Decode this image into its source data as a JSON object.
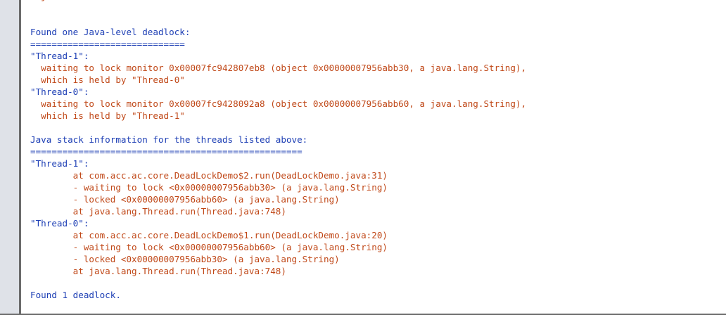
{
  "colors": {
    "info": "#1f40b5",
    "error": "#c04818"
  },
  "console": {
    "lines": [
      {
        "text": "  j",
        "kind": "err"
      },
      {
        "text": "",
        "kind": "info"
      },
      {
        "text": "",
        "kind": "info"
      },
      {
        "text": "Found one Java-level deadlock:",
        "kind": "info"
      },
      {
        "text": "=============================",
        "kind": "info"
      },
      {
        "text": "\"Thread-1\":",
        "kind": "info"
      },
      {
        "text": "  waiting to lock monitor 0x00007fc942807eb8 (object 0x00000007956abb30, a java.lang.String),",
        "kind": "err"
      },
      {
        "text": "  which is held by \"Thread-0\"",
        "kind": "err"
      },
      {
        "text": "\"Thread-0\":",
        "kind": "info"
      },
      {
        "text": "  waiting to lock monitor 0x00007fc9428092a8 (object 0x00000007956abb60, a java.lang.String),",
        "kind": "err"
      },
      {
        "text": "  which is held by \"Thread-1\"",
        "kind": "err"
      },
      {
        "text": "",
        "kind": "info"
      },
      {
        "text": "Java stack information for the threads listed above:",
        "kind": "info"
      },
      {
        "text": "===================================================",
        "kind": "info"
      },
      {
        "text": "\"Thread-1\":",
        "kind": "info"
      },
      {
        "text": "        at com.acc.ac.core.DeadLockDemo$2.run(DeadLockDemo.java:31)",
        "kind": "err"
      },
      {
        "text": "        - waiting to lock <0x00000007956abb30> (a java.lang.String)",
        "kind": "err"
      },
      {
        "text": "        - locked <0x00000007956abb60> (a java.lang.String)",
        "kind": "err"
      },
      {
        "text": "        at java.lang.Thread.run(Thread.java:748)",
        "kind": "err"
      },
      {
        "text": "\"Thread-0\":",
        "kind": "info"
      },
      {
        "text": "        at com.acc.ac.core.DeadLockDemo$1.run(DeadLockDemo.java:20)",
        "kind": "err"
      },
      {
        "text": "        - waiting to lock <0x00000007956abb60> (a java.lang.String)",
        "kind": "err"
      },
      {
        "text": "        - locked <0x00000007956abb30> (a java.lang.String)",
        "kind": "err"
      },
      {
        "text": "        at java.lang.Thread.run(Thread.java:748)",
        "kind": "err"
      },
      {
        "text": "",
        "kind": "info"
      },
      {
        "text": "Found 1 deadlock.",
        "kind": "info"
      }
    ]
  }
}
